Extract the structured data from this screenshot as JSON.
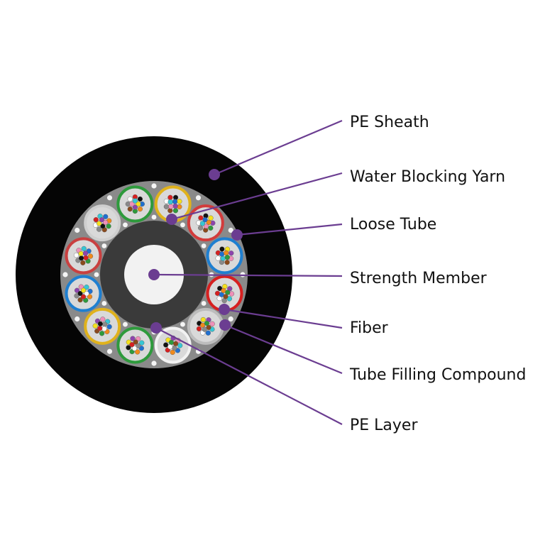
{
  "colors": {
    "sheath": "#050505",
    "pe_layer_gray": "#8a8a8a",
    "core_dark": "#3a3a3a",
    "strength_member": "#f2f2f2",
    "leader": "#6b3d91",
    "tube_fill": "#d9d9d9"
  },
  "labels": [
    {
      "id": "pe-sheath",
      "text": "PE Sheath"
    },
    {
      "id": "water-blocking-yarn",
      "text": "Water Blocking Yarn"
    },
    {
      "id": "loose-tube",
      "text": "Loose Tube"
    },
    {
      "id": "strength-member",
      "text": "Strength Member"
    },
    {
      "id": "fiber",
      "text": "Fiber"
    },
    {
      "id": "tube-filling-compound",
      "text": "Tube Filling Compound"
    },
    {
      "id": "pe-layer",
      "text": "PE Layer"
    }
  ],
  "loose_tube_ring_colors": [
    "#2e9a3c",
    "#e0b21c",
    "#d23b3b",
    "#1f7fd0",
    "#d62020",
    "#bdbdbd",
    "#f2f2f2",
    "#2e9a3c",
    "#e0b21c",
    "#1f7fd0",
    "#c94040",
    "#cfcfcf"
  ],
  "fiber_colors": [
    "#1f6fd0",
    "#f08a1c",
    "#2e9a3c",
    "#8b4a1c",
    "#8a8a8a",
    "#ffffff",
    "#d62020",
    "#111111",
    "#f5e11c",
    "#8e44ad",
    "#f08fb8",
    "#35c6d4"
  ]
}
